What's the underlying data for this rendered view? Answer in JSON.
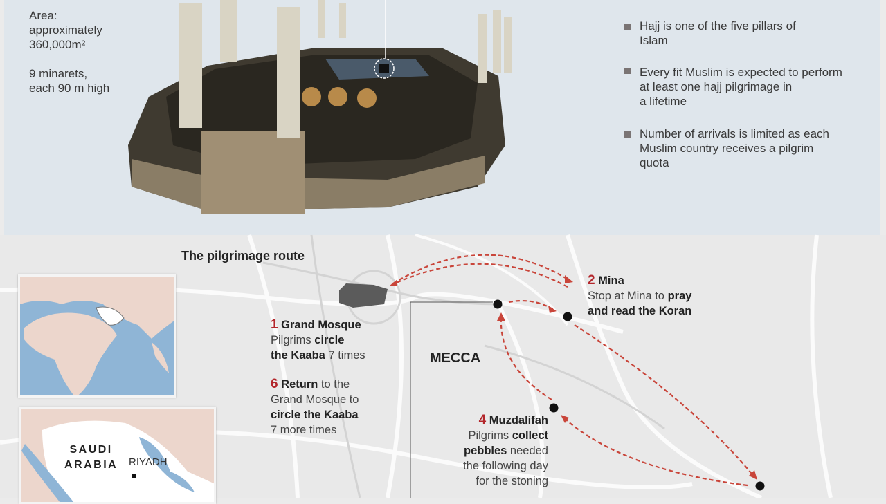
{
  "mosque_facts": {
    "area_label": "Area:",
    "area_qualifier": "approximately",
    "area_value": "360,000m²",
    "minarets_count": "9 minarets,",
    "minarets_height": "each 90 m high"
  },
  "hajj_facts": [
    {
      "lines": [
        "Hajj is one of the five pillars of",
        "Islam"
      ]
    },
    {
      "lines": [
        "Every fit Muslim is expected to perform",
        "at least one hajj pilgrimage in",
        "a lifetime"
      ]
    },
    {
      "lines": [
        "Number of arrivals is limited as each",
        "Muslim country receives a pilgrim",
        "quota"
      ]
    }
  ],
  "route": {
    "title": "The pilgrimage route",
    "city_label": "MECCA",
    "stops": {
      "grand_mosque": {
        "num": "1",
        "name": "Grand Mosque",
        "l1a": "Pilgrims ",
        "l1b": "circle",
        "l2a": "the Kaaba",
        "l2b": " 7 times"
      },
      "return": {
        "num": "6",
        "name": "Return",
        "l1": " to the",
        "l2": "Grand Mosque to",
        "l3": "circle the Kaaba",
        "l4": "7 more times"
      },
      "mina": {
        "num": "2",
        "name": "Mina",
        "l1a": "Stop at Mina to ",
        "l1b": "pray",
        "l2": "and read the Koran"
      },
      "muzdalifah": {
        "num": "4",
        "name": "Muzdalifah",
        "l1a": "Pilgrims ",
        "l1b": "collect",
        "l2a": "pebbles",
        "l2b": " needed",
        "l3": "the following day",
        "l4": "for the stoning"
      }
    }
  },
  "inset": {
    "country": [
      "SAUDI",
      "ARABIA"
    ],
    "capital": "RIYADH"
  },
  "colors": {
    "route": "#c9453a",
    "accent_num": "#b3262b",
    "top_bg": "#dfe6ec",
    "map_bg": "#e9e9e9",
    "water": "#8fb5d6",
    "land": "#ecd6cc"
  }
}
